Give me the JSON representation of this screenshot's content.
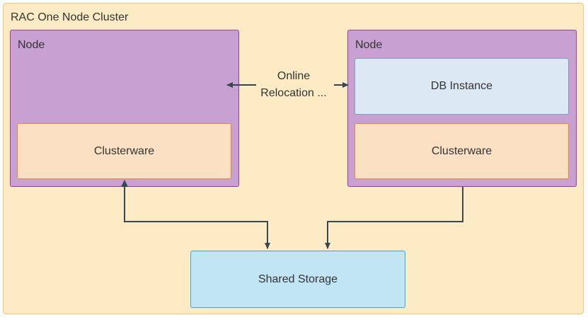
{
  "cluster": {
    "title": "RAC One Node Cluster"
  },
  "nodes": [
    {
      "title": "Node",
      "clusterware_label": "Clusterware"
    },
    {
      "title": "Node",
      "db_instance_label": "DB Instance",
      "clusterware_label": "Clusterware"
    }
  ],
  "relocation": {
    "line1": "Online",
    "line2": "Relocation ..."
  },
  "storage": {
    "label": "Shared Storage"
  },
  "colors": {
    "cluster_fill": "#fdebc5",
    "node_fill": "#c9a0d2",
    "node_border": "#9b3d9e",
    "clusterware_fill": "#fbe0c4",
    "clusterware_border": "#e8892f",
    "db_instance_fill": "#dce8f4",
    "storage_fill": "#c2e5f6",
    "storage_border": "#3aa9d4",
    "connector": "#37474f"
  }
}
